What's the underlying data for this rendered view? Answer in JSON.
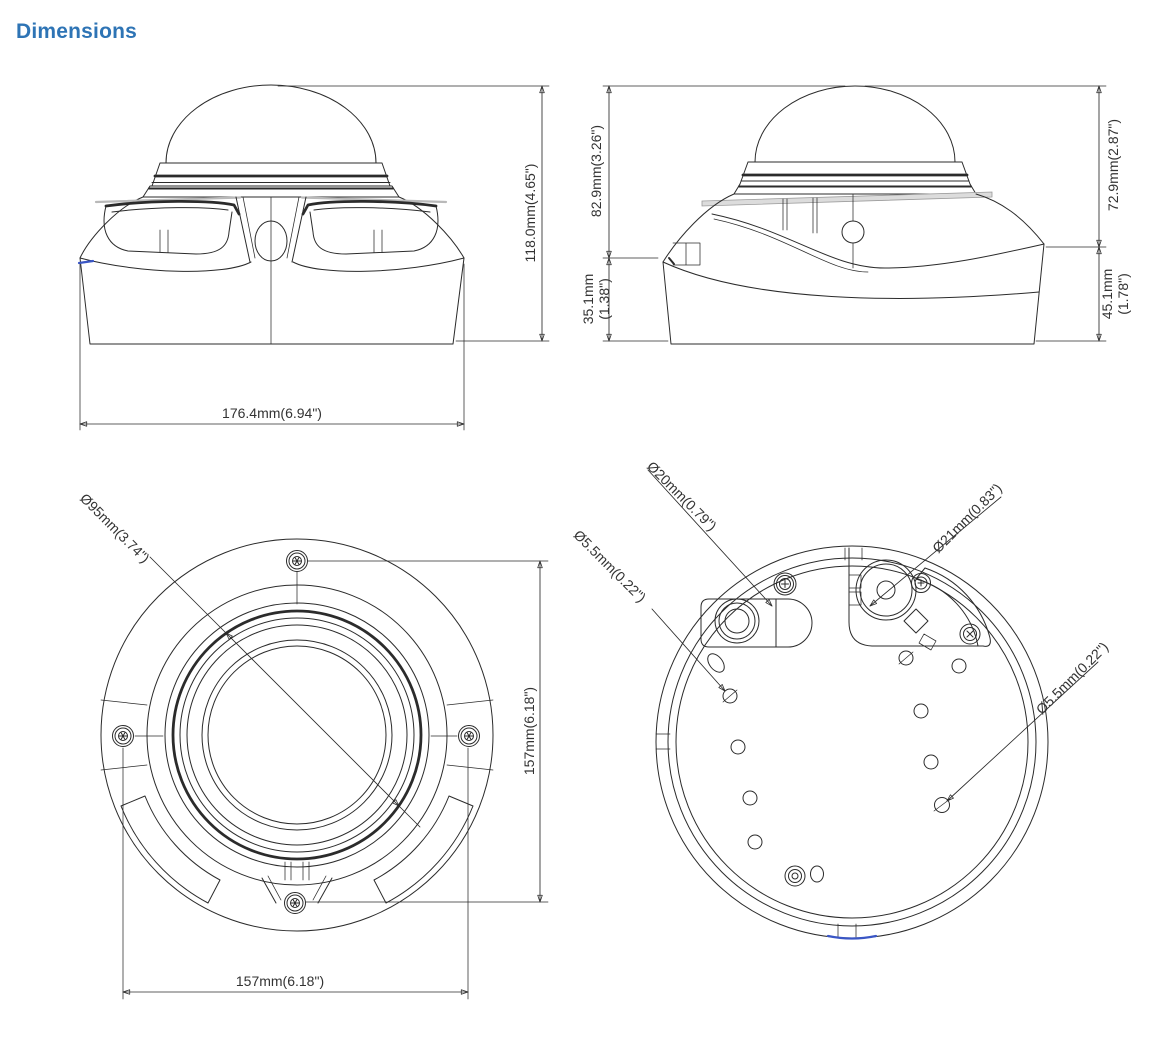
{
  "page": {
    "title": "Dimensions"
  },
  "colors": {
    "heading": "#2e74b5",
    "line": "#2b2b2b",
    "dim_text": "#333333",
    "accent_blue": "#3a56c5"
  },
  "front_view": {
    "width_dim": "176.4mm(6.94\")",
    "height_dim": "118.0mm(4.65\")"
  },
  "side_view": {
    "left_upper_dim": "82.9mm(3.26\")",
    "left_lower_dim_mm": "35.1mm",
    "left_lower_dim_in": "(1.38\")",
    "right_upper_dim": "72.9mm(2.87\")",
    "right_lower_dim_mm": "45.1mm",
    "right_lower_dim_in": "(1.78\")"
  },
  "bottom_view": {
    "dome_diameter_dim": "Ø95mm(3.74\")",
    "height_dim": "157mm(6.18\")",
    "width_dim": "157mm(6.18\")"
  },
  "rear_view": {
    "cable_gland_dim": "Ø20mm(0.79\")",
    "screw_hole_left_dim": "Ø5.5mm(0.22\")",
    "conduit_dim": "Ø21mm(0.83\")",
    "screw_hole_right_dim": "Ø5.5mm(0.22\")"
  }
}
